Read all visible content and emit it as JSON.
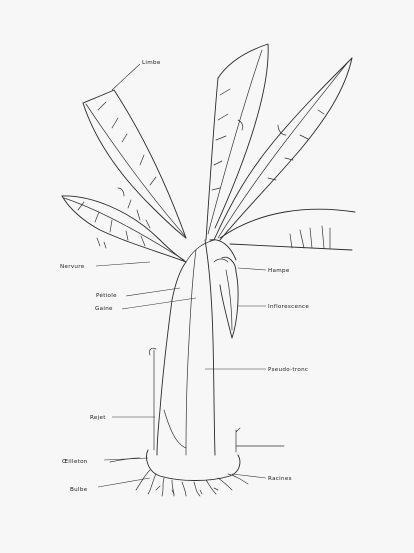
{
  "labels": {
    "limbe": "Limbe",
    "nervure": "Nervure",
    "petiole": "Pétiole",
    "gaine": "Gaine",
    "hampe": "Hampe",
    "inflorescence": "Inflorescence",
    "pseudo_tronc": "Pseudo-tronc",
    "rejet": "Rejet",
    "oeilleton": "Œilleton",
    "bulbe": "Bulbe",
    "racines": "Racines"
  },
  "colors": {
    "paper": "#f7f7f7",
    "ink": "#2b2b2b"
  }
}
